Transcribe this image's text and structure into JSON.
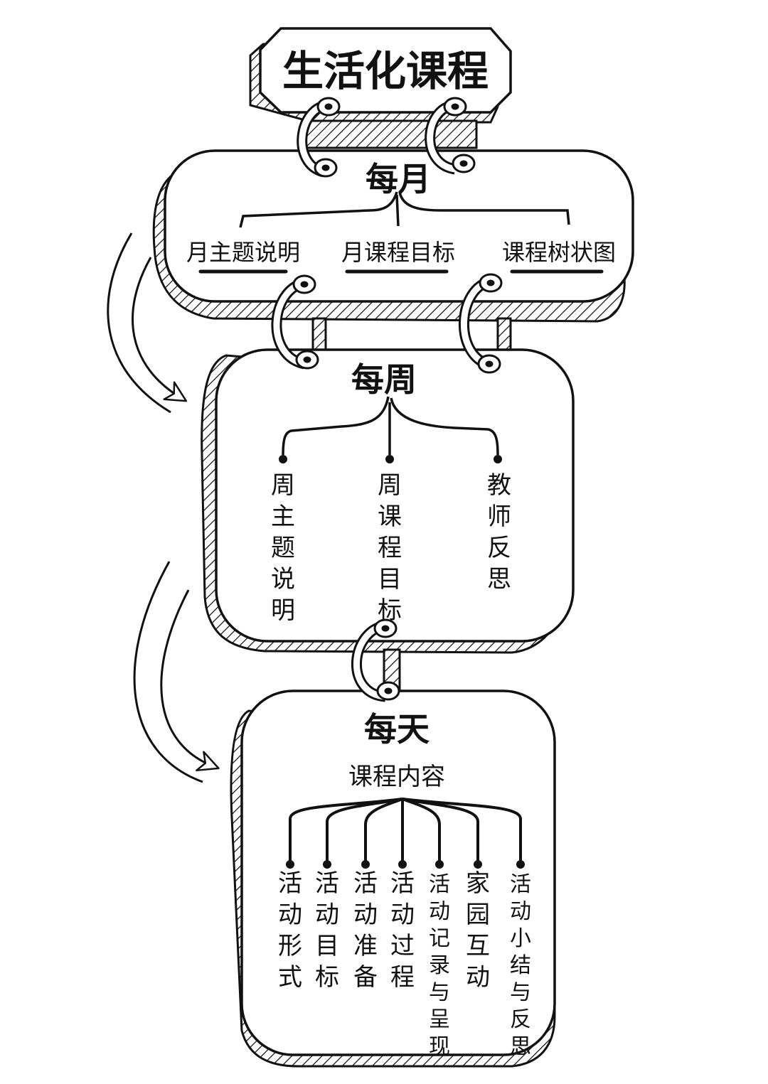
{
  "title": "生活化课程",
  "monthly": {
    "heading": "每月",
    "items": [
      "月主题说明",
      "月课程目标",
      "课程树状图"
    ]
  },
  "weekly": {
    "heading": "每周",
    "items": [
      "周主题说明",
      "周课程目标",
      "教师反思"
    ]
  },
  "daily": {
    "heading": "每天",
    "subheading": "课程内容",
    "items": [
      "活动形式",
      "活动目标",
      "活动准备",
      "活动过程",
      "活动记录与呈现",
      "家园互动",
      "活动小结与反思"
    ]
  },
  "colors": {
    "ink": "#111111",
    "paper": "#ffffff"
  }
}
